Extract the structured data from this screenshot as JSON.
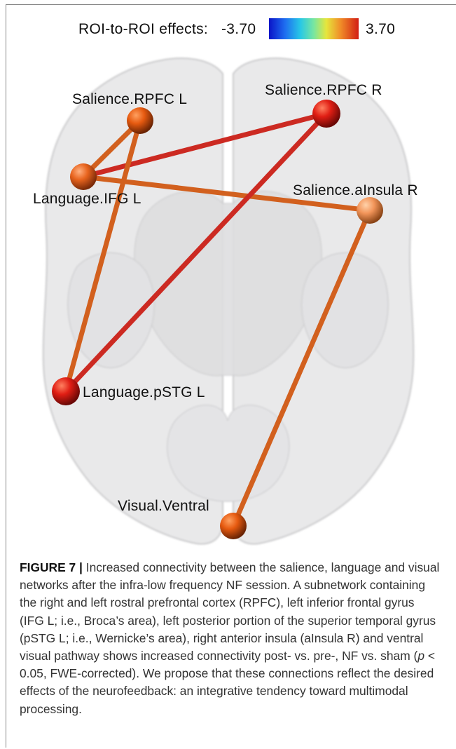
{
  "colorbar": {
    "title": "ROI-to-ROI effects:",
    "min_label": "-3.70",
    "max_label": "3.70",
    "colormap": "jet",
    "range": [
      -3.7,
      3.7
    ]
  },
  "nodes": {
    "salience_rpfc_l": "Salience.RPFC L",
    "salience_rpfc_r": "Salience.RPFC R",
    "language_ifg_l": "Language.IFG L",
    "salience_ainsula_r": "Salience.aInsula R",
    "language_pstg_l": "Language.pSTG L",
    "visual_ventral": "Visual.Ventral"
  },
  "colors": {
    "node_red": "#e01e14",
    "node_orange": "#e8641e",
    "node_light_orange": "#f2955a",
    "edge_red": "#cc2a22",
    "edge_orange": "#d2601e"
  },
  "caption": {
    "figure_label": "FIGURE 7",
    "separator": " | ",
    "text_1": "Increased connectivity between the salience, language and visual networks after the infra-low frequency NF session. A subnetwork containing the right and left rostral prefrontal cortex (RPFC), left inferior frontal gyrus (IFG L; i.e., Broca’s area), left posterior portion of the superior temporal gyrus (pSTG L; i.e., Wernicke’s area), right anterior insula (aInsula R) and ventral visual pathway shows increased connectivity post- vs. pre-, NF vs. sham (",
    "p_symbol": "p",
    "text_2": " < 0.05, FWE-corrected). We propose that these connections reflect the desired effects of the neurofeedback: an integrative tendency toward multimodal processing."
  }
}
